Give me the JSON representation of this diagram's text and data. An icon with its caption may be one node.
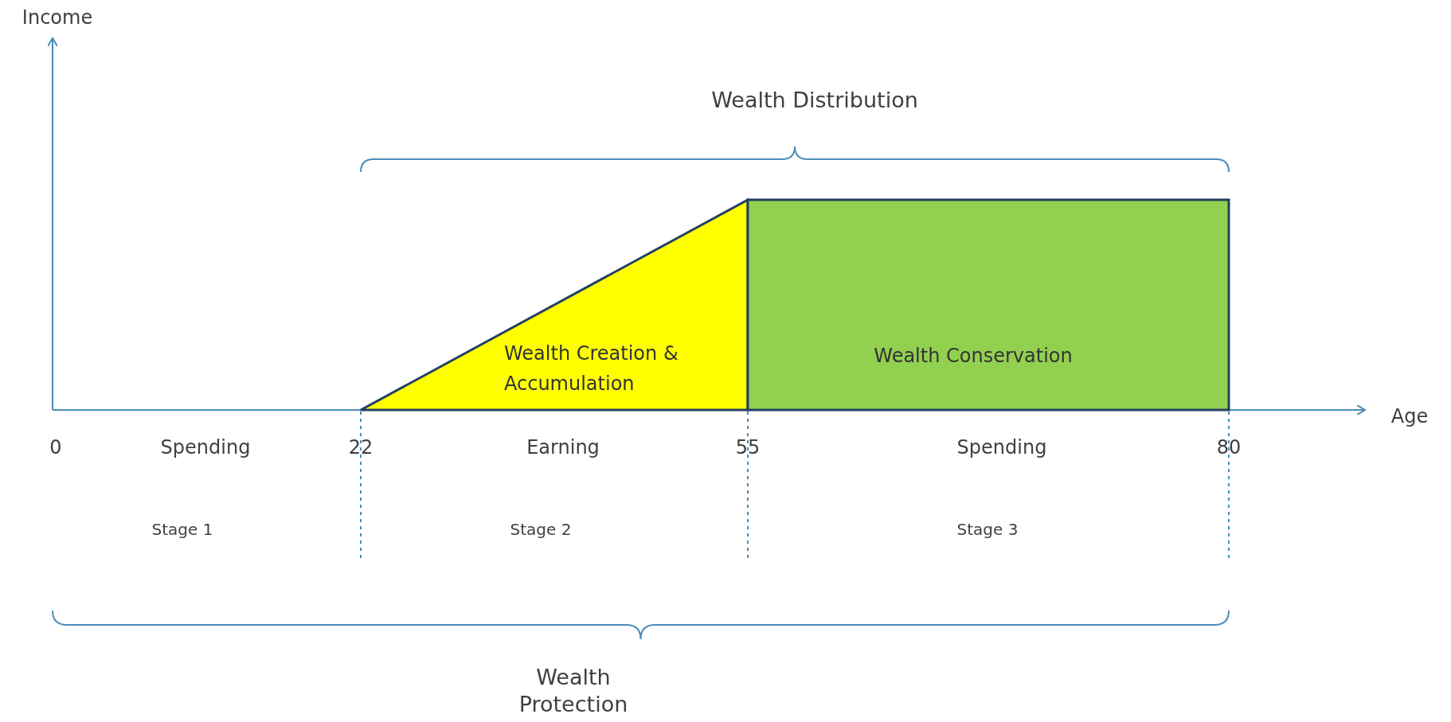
{
  "diagram": {
    "nodes": [
      {
        "text": [
          "Wealth Creation & Accumulation"
        ]
      },
      {
        "text": [
          "Wealth Conservation"
        ]
      }
    ],
    "labels": [
      "Income",
      "Wealth Distribution",
      "Age",
      "0",
      "Spending",
      "22",
      "Earning",
      "55",
      "Spending",
      "80",
      "Stage 1",
      "Stage 2",
      "Stage 3",
      "Wealth Protection"
    ]
  }
}
